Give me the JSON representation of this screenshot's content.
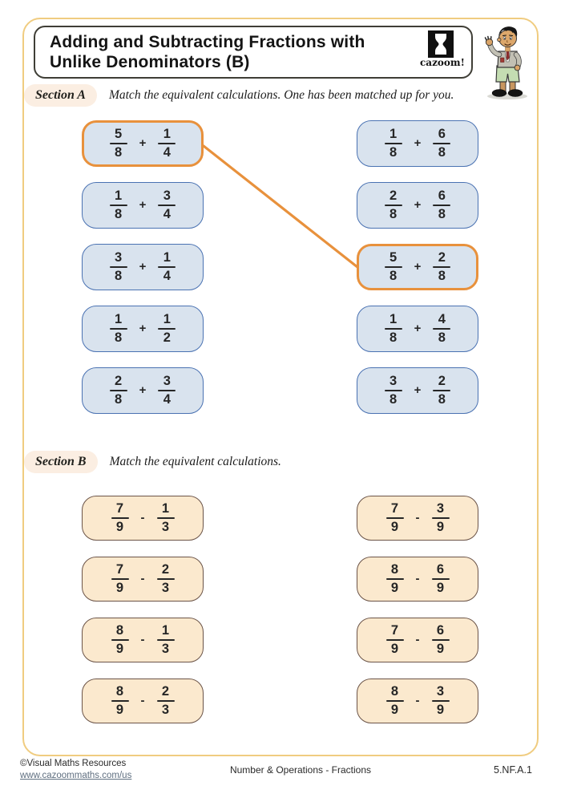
{
  "header": {
    "title_line1": "Adding and Subtracting Fractions with",
    "title_line2": "Unlike Denominators (B)",
    "logo_text": "cazoom!"
  },
  "colors": {
    "outer_border": "#F0CC80",
    "card_blue_fill": "#D9E3EE",
    "card_blue_border": "#4A72B2",
    "card_peach_fill": "#FBE9CE",
    "card_peach_border": "#6B5448",
    "highlight_orange": "#E8913C",
    "section_pill_bg": "#FBEEE2"
  },
  "section_a": {
    "label": "Section A",
    "instruction": "Match the equivalent calculations. One has been matched up for you.",
    "left_cards": [
      {
        "n1": "5",
        "d1": "8",
        "op": "+",
        "n2": "1",
        "d2": "4",
        "highlighted": true
      },
      {
        "n1": "1",
        "d1": "8",
        "op": "+",
        "n2": "3",
        "d2": "4",
        "highlighted": false
      },
      {
        "n1": "3",
        "d1": "8",
        "op": "+",
        "n2": "1",
        "d2": "4",
        "highlighted": false
      },
      {
        "n1": "1",
        "d1": "8",
        "op": "+",
        "n2": "1",
        "d2": "2",
        "highlighted": false
      },
      {
        "n1": "2",
        "d1": "8",
        "op": "+",
        "n2": "3",
        "d2": "4",
        "highlighted": false
      }
    ],
    "right_cards": [
      {
        "n1": "1",
        "d1": "8",
        "op": "+",
        "n2": "6",
        "d2": "8",
        "highlighted": false
      },
      {
        "n1": "2",
        "d1": "8",
        "op": "+",
        "n2": "6",
        "d2": "8",
        "highlighted": false
      },
      {
        "n1": "5",
        "d1": "8",
        "op": "+",
        "n2": "2",
        "d2": "8",
        "highlighted": true
      },
      {
        "n1": "1",
        "d1": "8",
        "op": "+",
        "n2": "4",
        "d2": "8",
        "highlighted": false
      },
      {
        "n1": "3",
        "d1": "8",
        "op": "+",
        "n2": "2",
        "d2": "8",
        "highlighted": false
      }
    ],
    "example_match": {
      "left_index": 0,
      "right_index": 2,
      "left_card": "5/8 + 1/4",
      "right_card": "5/8 + 2/8"
    }
  },
  "section_b": {
    "label": "Section B",
    "instruction": "Match the equivalent calculations.",
    "left_cards": [
      {
        "n1": "7",
        "d1": "9",
        "op": "-",
        "n2": "1",
        "d2": "3",
        "highlighted": false
      },
      {
        "n1": "7",
        "d1": "9",
        "op": "-",
        "n2": "2",
        "d2": "3",
        "highlighted": false
      },
      {
        "n1": "8",
        "d1": "9",
        "op": "-",
        "n2": "1",
        "d2": "3",
        "highlighted": false
      },
      {
        "n1": "8",
        "d1": "9",
        "op": "-",
        "n2": "2",
        "d2": "3",
        "highlighted": false
      }
    ],
    "right_cards": [
      {
        "n1": "7",
        "d1": "9",
        "op": "-",
        "n2": "3",
        "d2": "9",
        "highlighted": false
      },
      {
        "n1": "8",
        "d1": "9",
        "op": "-",
        "n2": "6",
        "d2": "9",
        "highlighted": false
      },
      {
        "n1": "7",
        "d1": "9",
        "op": "-",
        "n2": "6",
        "d2": "9",
        "highlighted": false
      },
      {
        "n1": "8",
        "d1": "9",
        "op": "-",
        "n2": "3",
        "d2": "9",
        "highlighted": false
      }
    ]
  },
  "footer": {
    "copyright": "©Visual Maths Resources",
    "url": "www.cazoommaths.com/us",
    "category": "Number & Operations - Fractions",
    "standard_code": "5.NF.A.1"
  }
}
